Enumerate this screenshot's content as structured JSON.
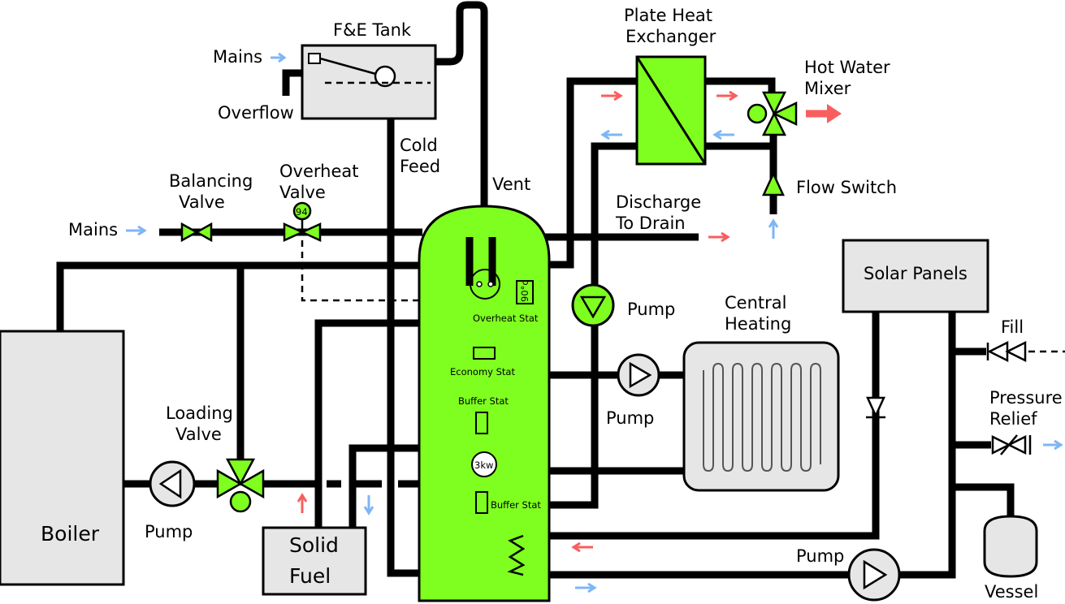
{
  "colors": {
    "component_green": "#7fff1f",
    "box_gray": "#e6e6e6",
    "flow_hot": "#f85e5e",
    "flow_cold": "#7eb6f5",
    "outline": "#000000"
  },
  "labels": {
    "fe_tank": "F&E Tank",
    "mains_top": "Mains",
    "overflow": "Overflow",
    "cold_feed_1": "Cold",
    "cold_feed_2": "Feed",
    "vent": "Vent",
    "plate_hx_1": "Plate Heat",
    "plate_hx_2": "Exchanger",
    "hot_water_mixer_1": "Hot Water",
    "hot_water_mixer_2": "Mixer",
    "flow_switch": "Flow Switch",
    "discharge_1": "Discharge",
    "discharge_2": "To Drain",
    "balancing_valve_1": "Balancing",
    "balancing_valve_2": "Valve",
    "overheat_valve_1": "Overheat",
    "overheat_valve_2": "Valve",
    "overheat_valve_setting": "94",
    "mains_left": "Mains",
    "boiler": "Boiler",
    "pump_boiler": "Pump",
    "loading_valve_1": "Loading",
    "loading_valve_2": "Valve",
    "solid_fuel_1": "Solid",
    "solid_fuel_2": "Fuel",
    "overheat_stat": "Overheat Stat",
    "overheat_stat_setting": "90°c",
    "economy_stat": "Economy Stat",
    "buffer_stat_1": "Buffer Stat",
    "immersion": "3kw",
    "buffer_stat_2": "Buffer Stat",
    "pump_hx": "Pump",
    "pump_ch": "Pump",
    "central_heating_1": "Central",
    "central_heating_2": "Heating",
    "solar_panels": "Solar Panels",
    "fill": "Fill",
    "pressure_relief_1": "Pressure",
    "pressure_relief_2": "Relief",
    "pump_solar": "Pump",
    "vessel": "Vessel"
  }
}
